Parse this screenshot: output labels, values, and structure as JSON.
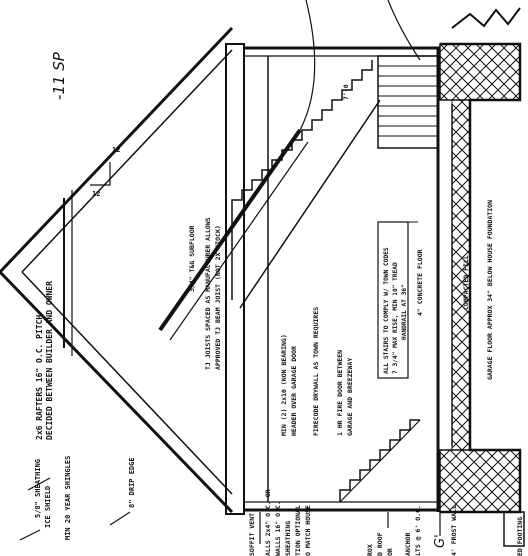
{
  "notes": {
    "rafters": "2x6 RAFTERS 16\" O.C. PITCH",
    "rafters_2": "DECIDED BETWEEN BUILDER AND OWNER",
    "sheathing": "5/8\" SHEATHING",
    "ice_shield": "ICE SHIELD",
    "shingles": "MIN 20 YEAR SHINGLES",
    "drip_edge": "8\" DRIP EDGE",
    "soffit": "SOFFIT VENT",
    "walls": "ALLS 2x4\" O.C. OR",
    "walls_2": "WALLS 16\" O.C.",
    "walls_3": "SHEATHING",
    "walls_4": "TION OPTIONAL",
    "walls_5": "O MATCH HOUSE",
    "rox": "ROX",
    "roof": "D ROOF",
    "or": "OR",
    "anchor": "ANCHOR",
    "bolts": "LTS @ 6' O.C.",
    "frost_wall": "4' FROST WALL",
    "footing": "ED FOOTING",
    "subfloor": "3/4\" T&G SUBFLOOR",
    "joists": "TJ JOISTS SPACED AS MANUFACTURER ALLOWS",
    "joists_2": "APPROVED TJ BEAM JOIST (NOT 2X STOCK)",
    "header": "MIN (2) 2x10 (NON BEARING)",
    "header_2": "HEADER OVER GARAGE DOOR",
    "firecode": "FIRECODE DRYWALL AS TOWN REQUIRES",
    "door": "1 HR FIRE DOOR BETWEEN",
    "door_2": "GARAGE AND BREEZEWAY",
    "stairs_box": "ALL STAIRS TO COMPLY W/ TOWN CODES",
    "stairs_box_2": "7 3/4\" MAX RISE, MIN 10\" TREAD",
    "stairs_box_3": "HANDRAIL AT 36\"",
    "slab": "4\" CONCRETE FLOOR",
    "fill": "COMPACTED FILL",
    "garage_floor": "GARAGE FLOOR APPROX 34\" BELOW HOUSE FOUNDATION",
    "dim_top": "7'-0",
    "pitch_rise": "12",
    "pitch_run": "12",
    "handwritten_pitch": "-11 SP",
    "handwritten_g": "G'"
  }
}
